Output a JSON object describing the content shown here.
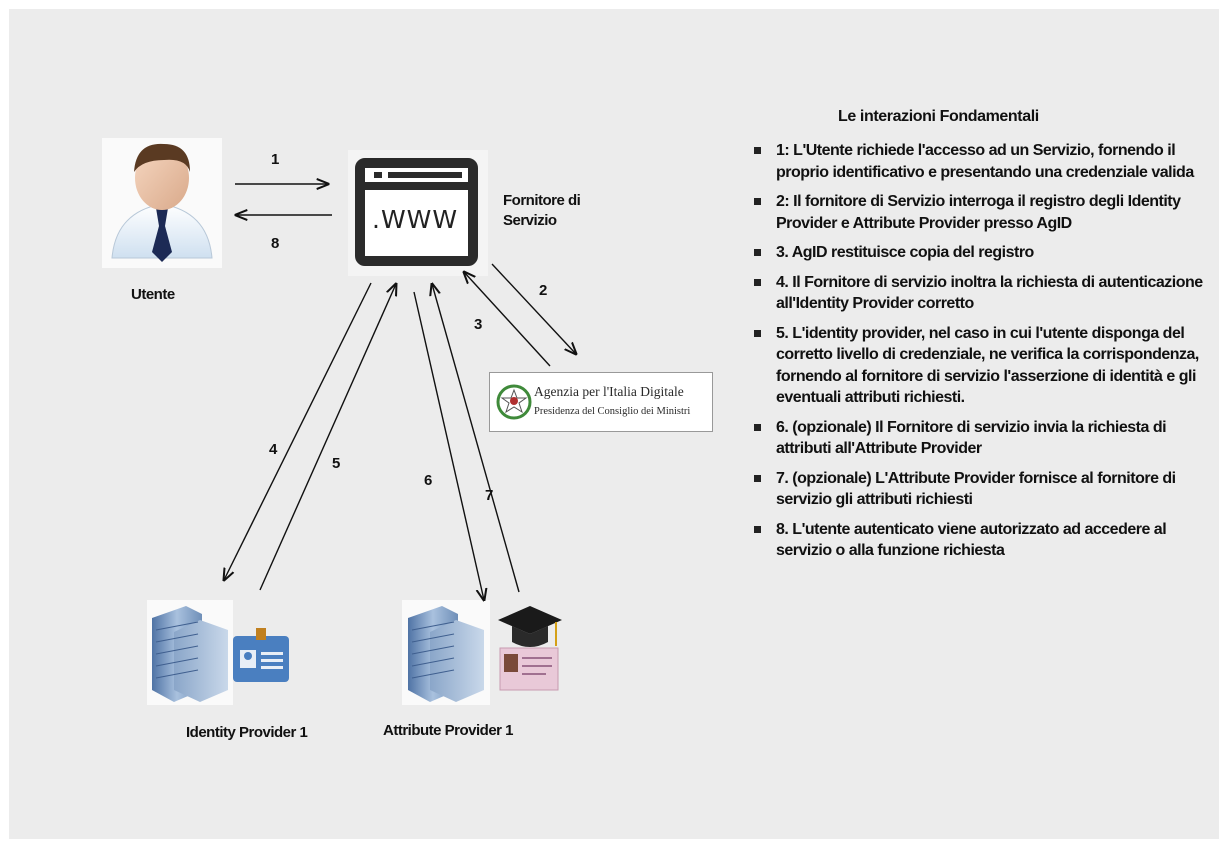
{
  "diagram": {
    "user_label": "Utente",
    "service_provider_label_line1": "Fornitore di",
    "service_provider_label_line2": "Servizio",
    "website_text": ".WWW",
    "agid_logo_line1": "Agenzia per l'Italia Digitale",
    "agid_logo_line2": "Presidenza del Consiglio dei Ministri",
    "identity_provider_label": "Identity Provider 1",
    "attribute_provider_label": "Attribute Provider 1",
    "step_numbers": [
      "1",
      "2",
      "3",
      "4",
      "5",
      "6",
      "7",
      "8"
    ]
  },
  "panel": {
    "title": "Le interazioni Fondamentali",
    "items": [
      "1: L'Utente richiede l'accesso ad un Servizio, fornendo il proprio identificativo e presentando una credenziale valida",
      "2: Il fornitore di Servizio interroga il registro degli Identity Provider e Attribute Provider presso AgID",
      "3. AgID restituisce copia del registro",
      "4. Il Fornitore di servizio inoltra la richiesta di autenticazione all'Identity Provider corretto",
      "5. L'identity provider, nel caso in cui l'utente disponga del corretto livello di credenziale, ne verifica la corrispondenza, fornendo al fornitore di servizio l'asserzione di identità e gli eventuali attributi richiesti.",
      "6. (opzionale) Il Fornitore di servizio invia la richiesta di attributi all'Attribute Provider",
      "7. (opzionale) L'Attribute Provider fornisce al fornitore di servizio gli attributi richiesti",
      "8. L'utente autenticato viene autorizzato ad accedere al servizio o alla funzione richiesta"
    ]
  },
  "colors": {
    "background": "#ececec",
    "text": "#111111",
    "building": "#6f8fb8",
    "agid_green": "#3f8a3a"
  }
}
